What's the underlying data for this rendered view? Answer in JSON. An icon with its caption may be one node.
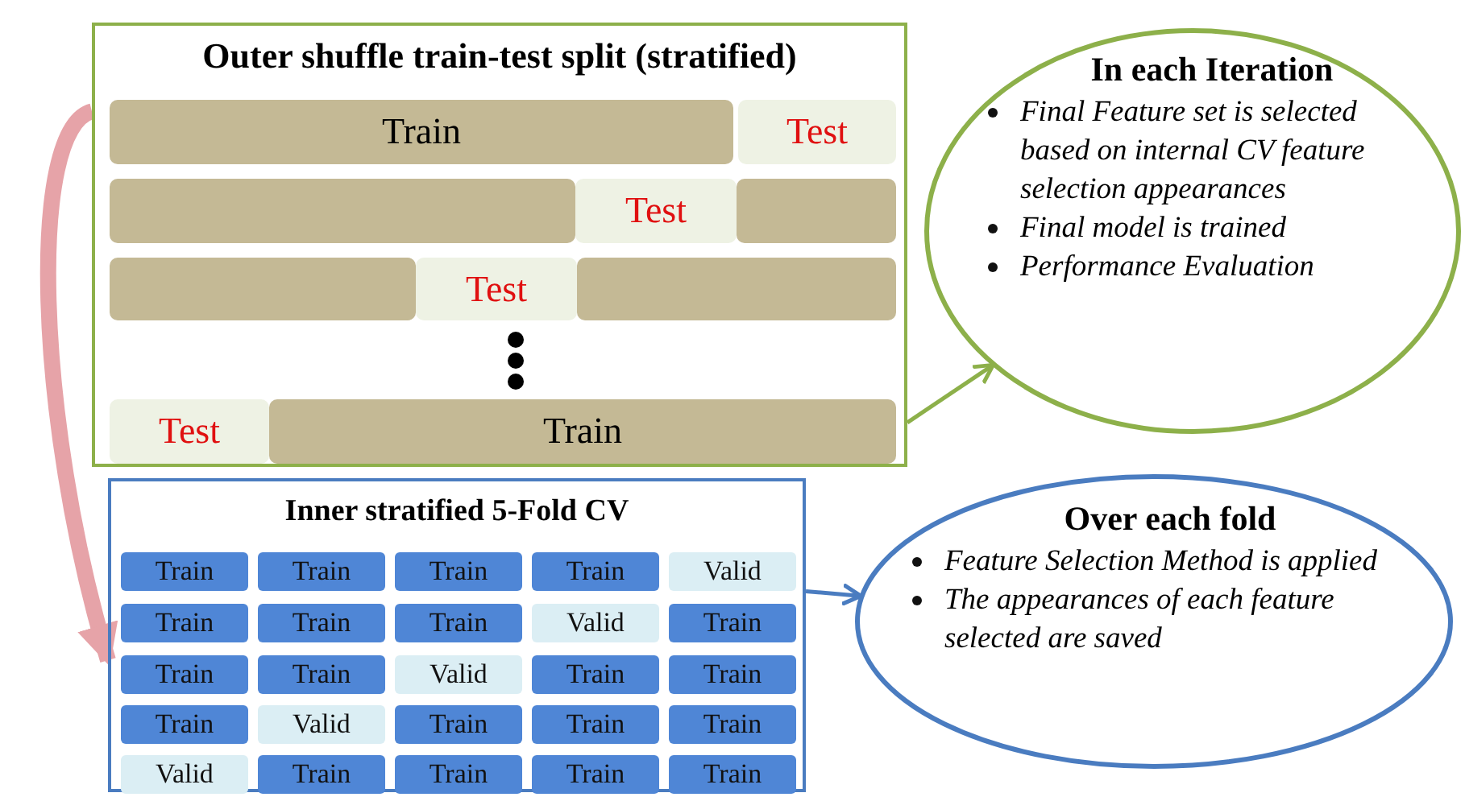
{
  "diagram": {
    "nodes": [
      {
        "text": [
          "Outer shuffle train-test split (stratified)"
        ]
      },
      {
        "text": [
          "Train"
        ],
        "in": 0
      },
      {
        "text": [
          "Test"
        ],
        "in": 0
      },
      {
        "text": [],
        "shape": "bar",
        "in": 0
      },
      {
        "text": [
          "Test"
        ],
        "in": 0
      },
      {
        "text": [],
        "shape": "bar",
        "in": 0
      },
      {
        "text": [],
        "shape": "bar",
        "in": 0
      },
      {
        "text": [
          "Test"
        ],
        "in": 0
      },
      {
        "text": [],
        "shape": "bar",
        "in": 0
      },
      {
        "text": [
          "Test"
        ],
        "in": 0
      },
      {
        "text": [
          "Train"
        ],
        "in": 0
      },
      {
        "text": [
          "In each Iteration",
          "Final Feature set is selected based on internal CV feature selection appearances",
          "Final model is trained",
          "Performance Evaluation"
        ]
      },
      {
        "text": [
          "Inner stratified 5-Fold CV"
        ]
      },
      {
        "text": [
          "Train"
        ],
        "in": 12
      },
      {
        "text": [
          "Train"
        ],
        "in": 12
      },
      {
        "text": [
          "Train"
        ],
        "in": 12
      },
      {
        "text": [
          "Train"
        ],
        "in": 12
      },
      {
        "text": [
          "Valid"
        ],
        "in": 12
      },
      {
        "text": [
          "Train"
        ],
        "in": 12
      },
      {
        "text": [
          "Train"
        ],
        "in": 12
      },
      {
        "text": [
          "Train"
        ],
        "in": 12
      },
      {
        "text": [
          "Valid"
        ],
        "in": 12
      },
      {
        "text": [
          "Train"
        ],
        "in": 12
      },
      {
        "text": [
          "Train"
        ],
        "in": 12
      },
      {
        "text": [
          "Train"
        ],
        "in": 12
      },
      {
        "text": [
          "Valid"
        ],
        "in": 12
      },
      {
        "text": [
          "Train"
        ],
        "in": 12
      },
      {
        "text": [
          "Train"
        ],
        "in": 12
      },
      {
        "text": [
          "Train"
        ],
        "in": 12
      },
      {
        "text": [
          "Valid"
        ],
        "in": 12
      },
      {
        "text": [
          "Train"
        ],
        "in": 12
      },
      {
        "text": [
          "Train"
        ],
        "in": 12
      },
      {
        "text": [
          "Train"
        ],
        "in": 12
      },
      {
        "text": [
          "Valid"
        ],
        "in": 12
      },
      {
        "text": [
          "Train"
        ],
        "in": 12
      },
      {
        "text": [
          "Train"
        ],
        "in": 12
      },
      {
        "text": [
          "Train"
        ],
        "in": 12
      },
      {
        "text": [
          "Train"
        ],
        "in": 12
      },
      {
        "text": [
          "Over each fold",
          "Feature Selection Method is applied",
          "The appearances of each feature selected are saved"
        ]
      }
    ],
    "edges": [
      {
        "from": 0,
        "to": 11,
        "arrow": "to",
        "color": "#8db04a"
      },
      {
        "from": 0,
        "to": 12,
        "arrow": "to",
        "style": "thick",
        "color": "#e6a3a8"
      },
      {
        "from": 12,
        "to": 38,
        "arrow": "to",
        "color": "#4a7cc0"
      }
    ]
  }
}
